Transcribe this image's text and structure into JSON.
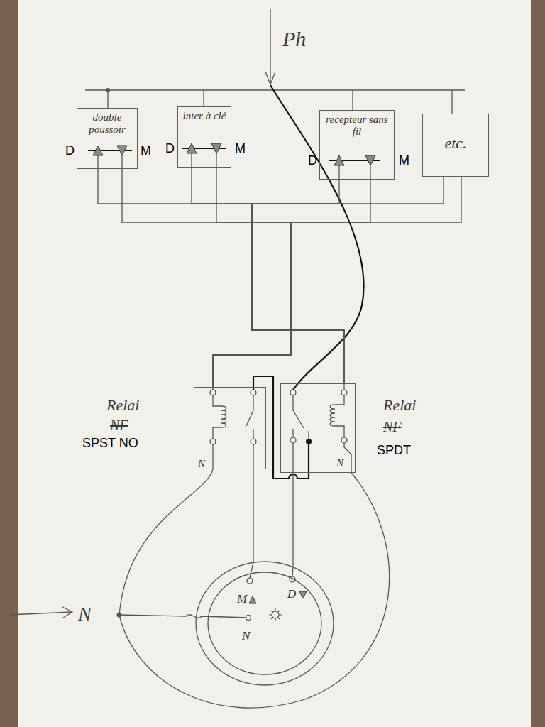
{
  "diagram": {
    "nodes": [
      {
        "text": [
          "double poussoir"
        ]
      },
      {
        "text": [
          "inter à clé"
        ]
      },
      {
        "text": [
          "recepteur sans fil"
        ]
      },
      {
        "text": [
          "etc."
        ]
      },
      {
        "text": [
          "N"
        ]
      },
      {
        "text": [
          "N"
        ]
      },
      {
        "text": [
          "M",
          "D",
          "N"
        ]
      }
    ],
    "edges": [
      {
        "from": 0,
        "to": 5,
        "arrow": "none"
      },
      {
        "from": 0,
        "to": 4,
        "arrow": "none"
      },
      {
        "from": 1,
        "to": 5,
        "arrow": "none"
      },
      {
        "from": 1,
        "to": 4,
        "arrow": "none"
      },
      {
        "from": 2,
        "to": 5,
        "arrow": "none"
      },
      {
        "from": 2,
        "to": 4,
        "arrow": "none"
      },
      {
        "from": 3,
        "to": 5,
        "arrow": "none"
      },
      {
        "from": 3,
        "to": 4,
        "arrow": "none"
      },
      {
        "from": 4,
        "to": 6,
        "arrow": "none"
      },
      {
        "from": 5,
        "to": 6,
        "arrow": "none"
      }
    ],
    "labels": [
      "Ph",
      "D",
      "M",
      "D",
      "M",
      "D",
      "M",
      "Relai",
      "NF",
      "SPST NO",
      "Relai",
      "NF",
      "SPDT",
      "N"
    ]
  }
}
